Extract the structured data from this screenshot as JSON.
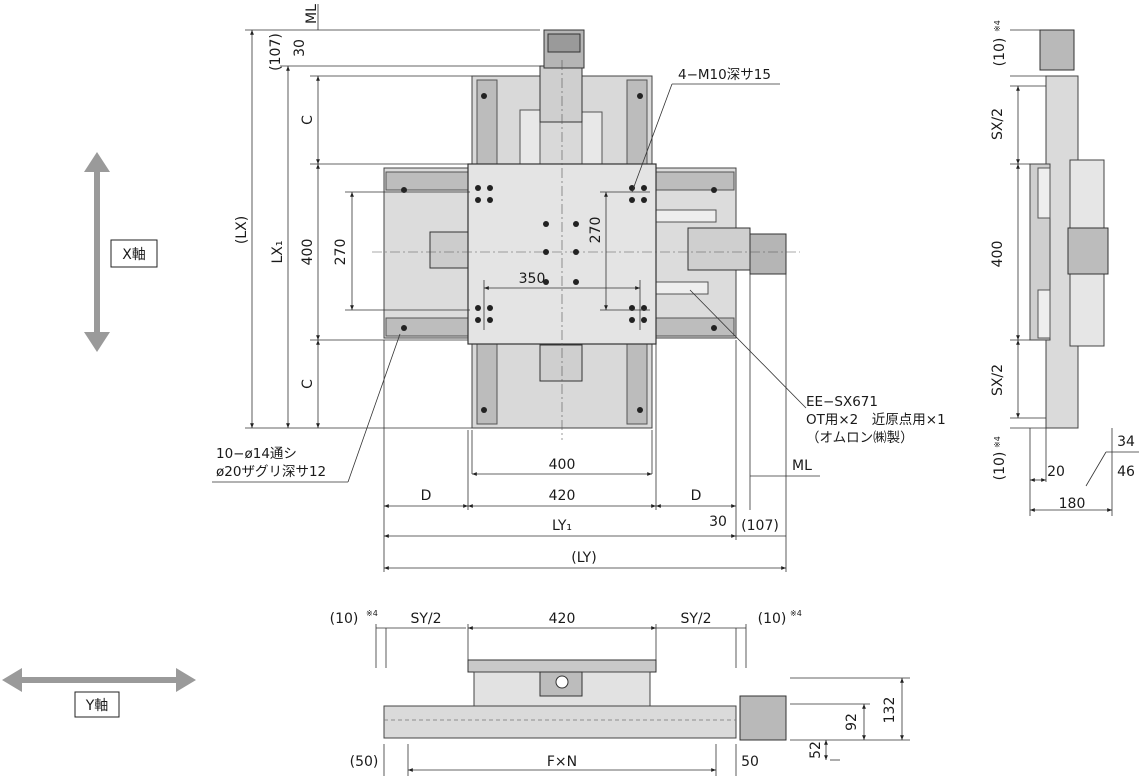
{
  "axes": {
    "x_axis_label": "X軸",
    "y_axis_label": "Y軸"
  },
  "plan_view": {
    "lx": "(LX)",
    "lx1": "LX₁",
    "offset_107": "(107)",
    "len_30": "30",
    "ml": "ML",
    "c_top": "C",
    "c_bottom": "C",
    "dim_400_v": "400",
    "dim_270_left": "270",
    "dim_270_right": "270",
    "dim_350": "350",
    "dim_400_h": "400",
    "d_left": "D",
    "dim_420": "420",
    "d_right": "D",
    "ml_bottom": "ML",
    "len_30_bottom": "30",
    "offset_107_bottom": "(107)",
    "ly1": "LY₁",
    "ly": "(LY)"
  },
  "callouts": {
    "tapped_holes": "4−M10深サ15",
    "sensor_line1": "EE−SX671",
    "sensor_line2": "OT用×2　近原点用×1",
    "sensor_line3": "（オムロン㈱製）",
    "thru_line1": "10−ø14通シ",
    "thru_line2": "ø20ザグリ深サ12"
  },
  "side_view_right": {
    "margin_top": "(10)",
    "note_top": "※4",
    "sx_half_top": "SX/2",
    "dim_400": "400",
    "sx_half_bottom": "SX/2",
    "margin_bottom": "(10)",
    "note_bottom": "※4",
    "dim_20": "20",
    "dim_34": "34",
    "dim_46": "46",
    "dim_180": "180"
  },
  "front_view_bottom": {
    "margin_left": "(10)",
    "note_left": "※4",
    "sy_half_left": "SY/2",
    "dim_420": "420",
    "sy_half_right": "SY/2",
    "margin_right": "(10)",
    "note_right": "※4",
    "dim_132": "132",
    "dim_92": "92",
    "dim_52": "52",
    "end_50_left": "(50)",
    "pitch": "F×N",
    "end_50_right": "50"
  }
}
